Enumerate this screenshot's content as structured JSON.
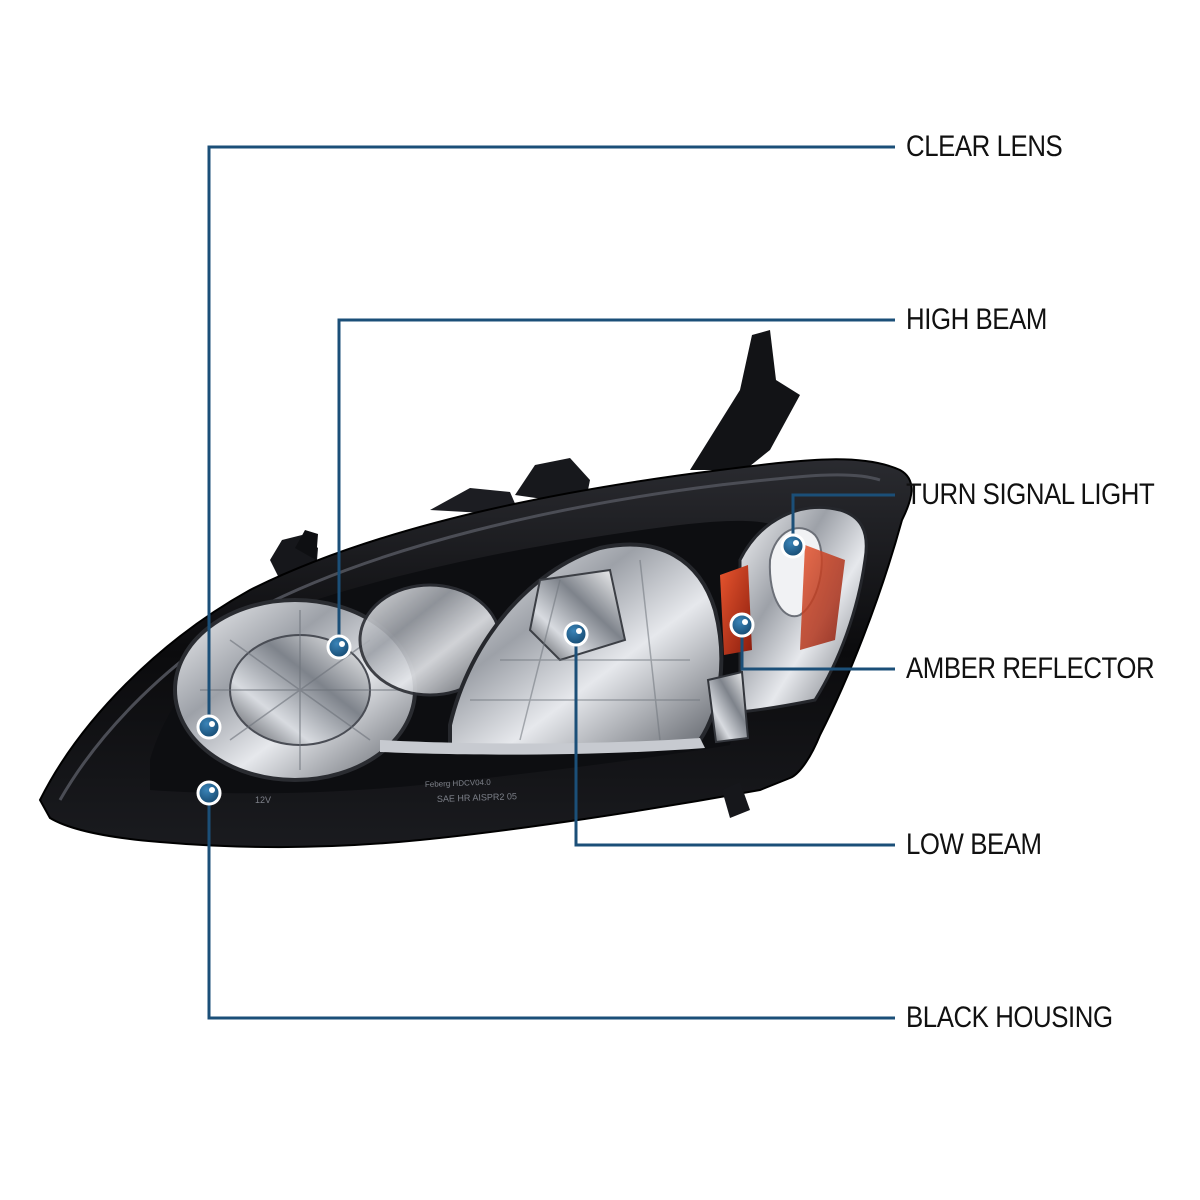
{
  "colors": {
    "callout_line": "#1b4f78",
    "dot": "#1b5c86",
    "housing": "#0c0c0e",
    "chrome": "#b9bcc2",
    "amber": "#c8361c"
  },
  "housing_print": {
    "brand_line": "Feberg HDCV04.0",
    "cert_line": "SAE HR AISPR2 05",
    "voltage": "12V"
  },
  "callouts": [
    {
      "id": "clear-lens",
      "label": "CLEAR LENS"
    },
    {
      "id": "high-beam",
      "label": "HIGH BEAM"
    },
    {
      "id": "turn-signal-light",
      "label": "TURN SIGNAL LIGHT"
    },
    {
      "id": "amber-reflector",
      "label": "AMBER REFLECTOR"
    },
    {
      "id": "low-beam",
      "label": "LOW BEAM"
    },
    {
      "id": "black-housing",
      "label": "BLACK HOUSING"
    }
  ]
}
